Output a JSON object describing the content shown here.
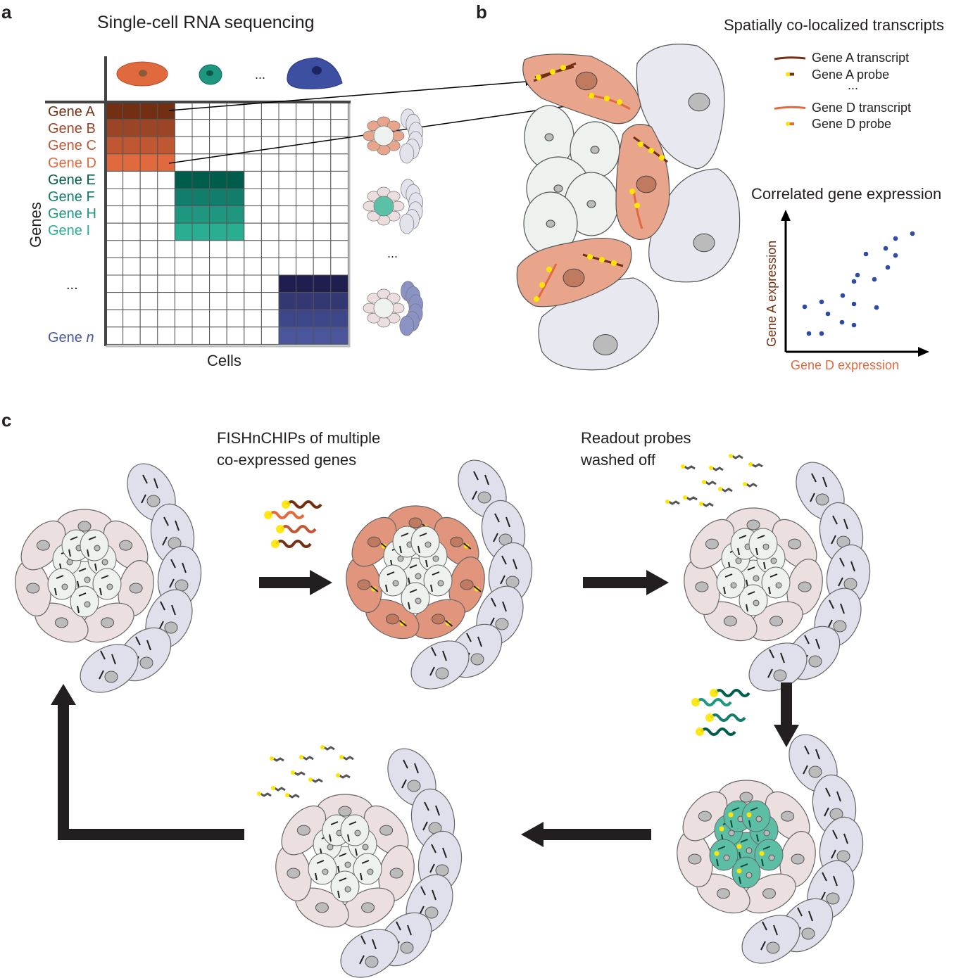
{
  "panels": {
    "a": {
      "label": "a",
      "title": "Single-cell RNA sequencing",
      "x_label": "Cells",
      "y_label": "Genes",
      "genes": [
        {
          "name": "Gene A",
          "color": "#722f12"
        },
        {
          "name": "Gene B",
          "color": "#9b4526"
        },
        {
          "name": "Gene C",
          "color": "#bf5733"
        },
        {
          "name": "Gene D",
          "color": "#e06a3e"
        },
        {
          "name": "Gene E",
          "color": "#005c4b"
        },
        {
          "name": "Gene F",
          "color": "#137d6c"
        },
        {
          "name": "Gene H",
          "color": "#1e9680"
        },
        {
          "name": "Gene I",
          "color": "#2aae92"
        }
      ],
      "gene_ellipsis": "...",
      "gene_n_prefix": "Gene ",
      "gene_n_italic": "n",
      "gene_n_color": "#4a55a0",
      "cell_ellipsis": "...",
      "cluster_ellipsis": "...",
      "navy_rows": [
        "#1f1f4f",
        "#333872",
        "#3d4688",
        "#4a559c"
      ]
    },
    "b": {
      "label": "b",
      "title": "Spatially co-localized transcripts",
      "legend": [
        {
          "text": "Gene A transcript",
          "kind": "transcript",
          "color": "#722f12"
        },
        {
          "text": "Gene A probe",
          "kind": "probe",
          "color": "#722f12"
        },
        {
          "text": "...",
          "kind": "none"
        },
        {
          "text": "Gene D transcript",
          "kind": "transcript",
          "color": "#e06a3e"
        },
        {
          "text": "Gene D probe",
          "kind": "probe",
          "color": "#e06a3e"
        }
      ],
      "scatter_title": "Correlated gene expression"
    },
    "c": {
      "label": "c",
      "step1_line1": "FISHnCHIPs of multiple",
      "step1_line2": "co-expressed genes",
      "step2_line1": "Readout probes",
      "step2_line2": "washed off"
    }
  },
  "chart_data": {
    "type": "scatter",
    "title": "Correlated gene expression",
    "xlabel": "Gene D expression",
    "ylabel": "Gene A expression",
    "xlim": [
      0,
      10
    ],
    "ylim": [
      0,
      10
    ],
    "x": [
      1.35,
      2.55,
      3.0,
      4.05,
      4.85,
      4.0,
      4.85,
      1.65,
      2.55,
      4.85,
      5.1,
      5.7,
      6.3,
      6.45,
      7.1,
      7.25,
      7.8,
      7.8,
      9.0
    ],
    "y": [
      3.2,
      3.55,
      2.7,
      4.0,
      3.4,
      2.1,
      1.9,
      1.3,
      1.3,
      5.0,
      5.45,
      6.95,
      5.15,
      3.15,
      7.35,
      6.0,
      8.05,
      6.85,
      8.4
    ],
    "point_color": "#2e4ca6",
    "xlabel_color": "#e06a3e",
    "ylabel_color": "#722f12"
  }
}
